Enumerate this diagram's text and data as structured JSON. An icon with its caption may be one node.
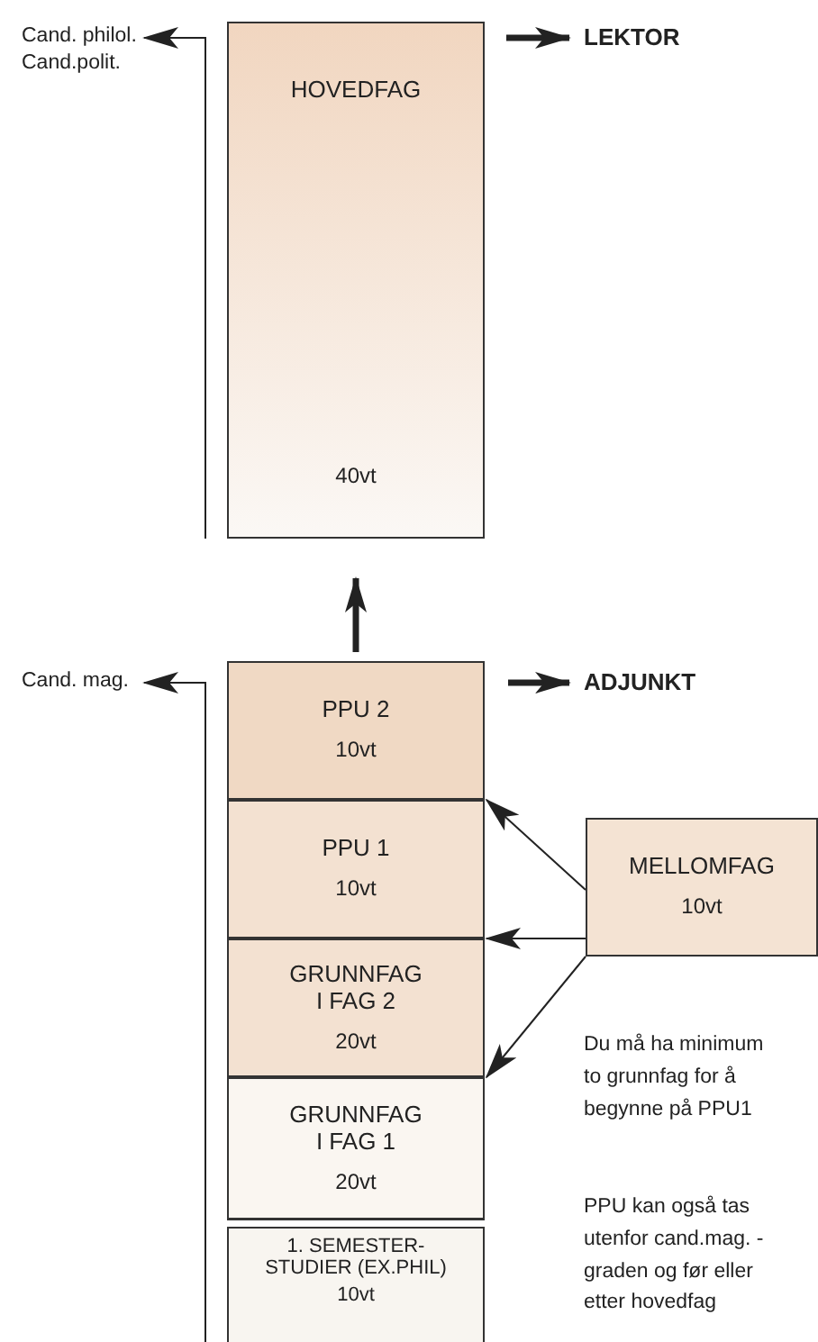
{
  "diagram": {
    "nodes": [
      {
        "text": [
          "HOVEDFAG",
          "40vt"
        ]
      },
      {
        "text": [
          "Cand. philol. Cand.polit."
        ]
      },
      {
        "text": [
          "LEKTOR"
        ]
      },
      {
        "text": [
          "Cand. mag."
        ]
      },
      {
        "text": [
          "PPU 2",
          "10vt"
        ]
      },
      {
        "text": [
          "ADJUNKT"
        ]
      },
      {
        "text": [
          "PPU 1",
          "10vt"
        ]
      },
      {
        "text": [
          "MELLOMFAG",
          "10vt"
        ]
      },
      {
        "text": [
          "GRUNNFAG I FAG 2",
          "20vt"
        ]
      },
      {
        "text": [
          "GRUNNFAG I FAG 1",
          "20vt"
        ]
      },
      {
        "text": [
          "1. SEMESTER- STUDIER (EX.PHIL)",
          "10vt"
        ]
      }
    ],
    "edges": [
      {
        "from": 0,
        "to": 1,
        "arrow": "to"
      },
      {
        "from": 0,
        "to": 2,
        "arrow": "to",
        "style": "thick"
      },
      {
        "from": 4,
        "to": 0,
        "arrow": "to",
        "style": "thick"
      },
      {
        "from": 10,
        "to": 3,
        "arrow": "to"
      },
      {
        "from": 4,
        "to": 5,
        "arrow": "to",
        "style": "thick"
      },
      {
        "from": 7,
        "to": 6,
        "arrow": "to"
      },
      {
        "from": 7,
        "to": 8,
        "arrow": "to"
      },
      {
        "from": 7,
        "to": 9,
        "arrow": "to"
      }
    ],
    "labels": [
      "Du må ha minimum to grunnfag for å begynne på PPU1",
      "PPU kan også tas utenfor cand.mag. -graden og før eller etter hovedfag"
    ]
  }
}
